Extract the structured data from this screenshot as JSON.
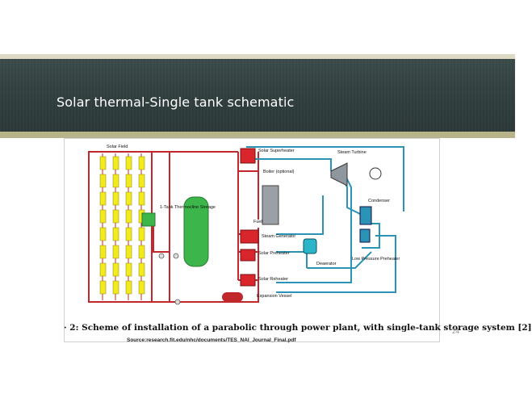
{
  "slide": {
    "title": "Solar thermal-Single tank schematic",
    "page_number": "24",
    "source": "Source:research.fit.edu/nhc/documents/TES_NAI_Journal_Final.pdf"
  },
  "figure": {
    "caption": "· 2: Scheme of installation of a parabolic through power plant, with single-tank storage system [2]",
    "labels": {
      "solar_field": "Solar Field",
      "storage": "1-Tank Thermocline Storage",
      "superheater": "Solar Superheater",
      "boiler": "Boiler (optional)",
      "fuel": "Fuel",
      "turbine": "Steam Turbine",
      "condenser": "Condenser",
      "steam_generator": "Steam Generator",
      "preheater": "Solar Preheater",
      "deaerator": "Deaerator",
      "lp_preheater": "Low Pressure Preheater",
      "reheater": "Solar Reheater",
      "expansion": "Expansion Vessel"
    }
  },
  "colors": {
    "htf_pipe": "#c0282d",
    "water_pipe": "#2b93b5",
    "collector": "#f2ea1a",
    "tank": "#3cb54a",
    "title_bar": "#2f3d3c",
    "accent_rule": "#b7b48a"
  }
}
